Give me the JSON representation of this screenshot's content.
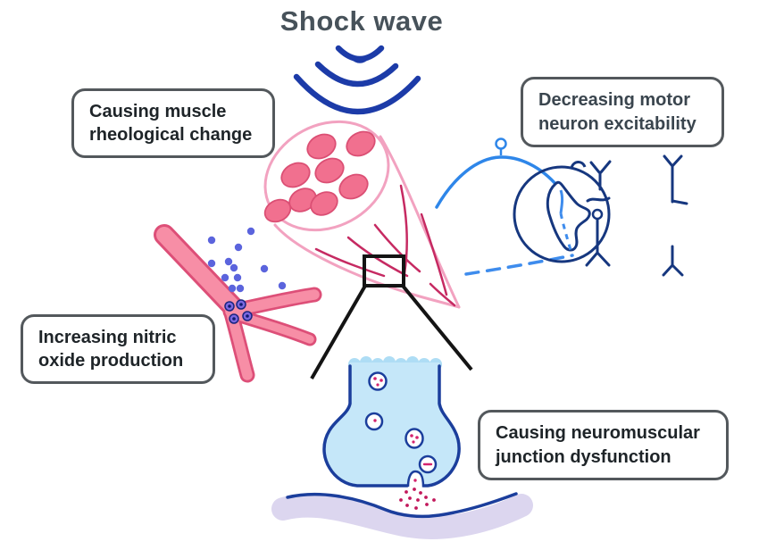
{
  "title": "Shock wave",
  "labels": {
    "muscle": {
      "line1": "Causing muscle",
      "line2": "rheological change"
    },
    "neuron": {
      "line1": "Decreasing motor",
      "line2": "neuron excitability"
    },
    "nitric": {
      "line1": "Increasing nitric",
      "line2": "oxide production"
    },
    "junction": {
      "line1": "Causing neuromuscular",
      "line2": "junction dysfunction"
    }
  },
  "icons": {
    "shock-wave-icon": "nested blue arcs",
    "muscle-cross-section": "pink muscle cone with fiber bundles",
    "blood-vessel": "branching pink vessel",
    "nitric-oxide-dots": "blue-violet molecule dots",
    "motor-neuron-diagram": "spinal cord circle with motor neuron chain",
    "magnifier-box": "black zoom rectangle with expansion lines",
    "synaptic-bouton": "light blue nerve terminal with vesicles",
    "muscle-membrane": "lavender post-synaptic membrane wave"
  },
  "colors": {
    "title_text": "#47525a",
    "label_text": "#1e2428",
    "label_border": "#53585c",
    "shockwave_blue": "#1c3ba8",
    "muscle_outline_pink": "#f2a2c0",
    "muscle_fiber_fill": "#f1708f",
    "fiber_line_crimson": "#c62a62",
    "vessel_fill": "#f78ea6",
    "vessel_border": "#dd4f78",
    "nitric_oxide_dot": "#5b64dd",
    "neuron_light_blue": "#2e86e9",
    "neuron_navy": "#16377f",
    "bouton_fill": "#c5e7f9",
    "bouton_border": "#1b3e9c",
    "neurotransmitter_magenta": "#c2185b",
    "membrane_lavender": "#dcd6ef",
    "magnifier_black": "#141414"
  }
}
